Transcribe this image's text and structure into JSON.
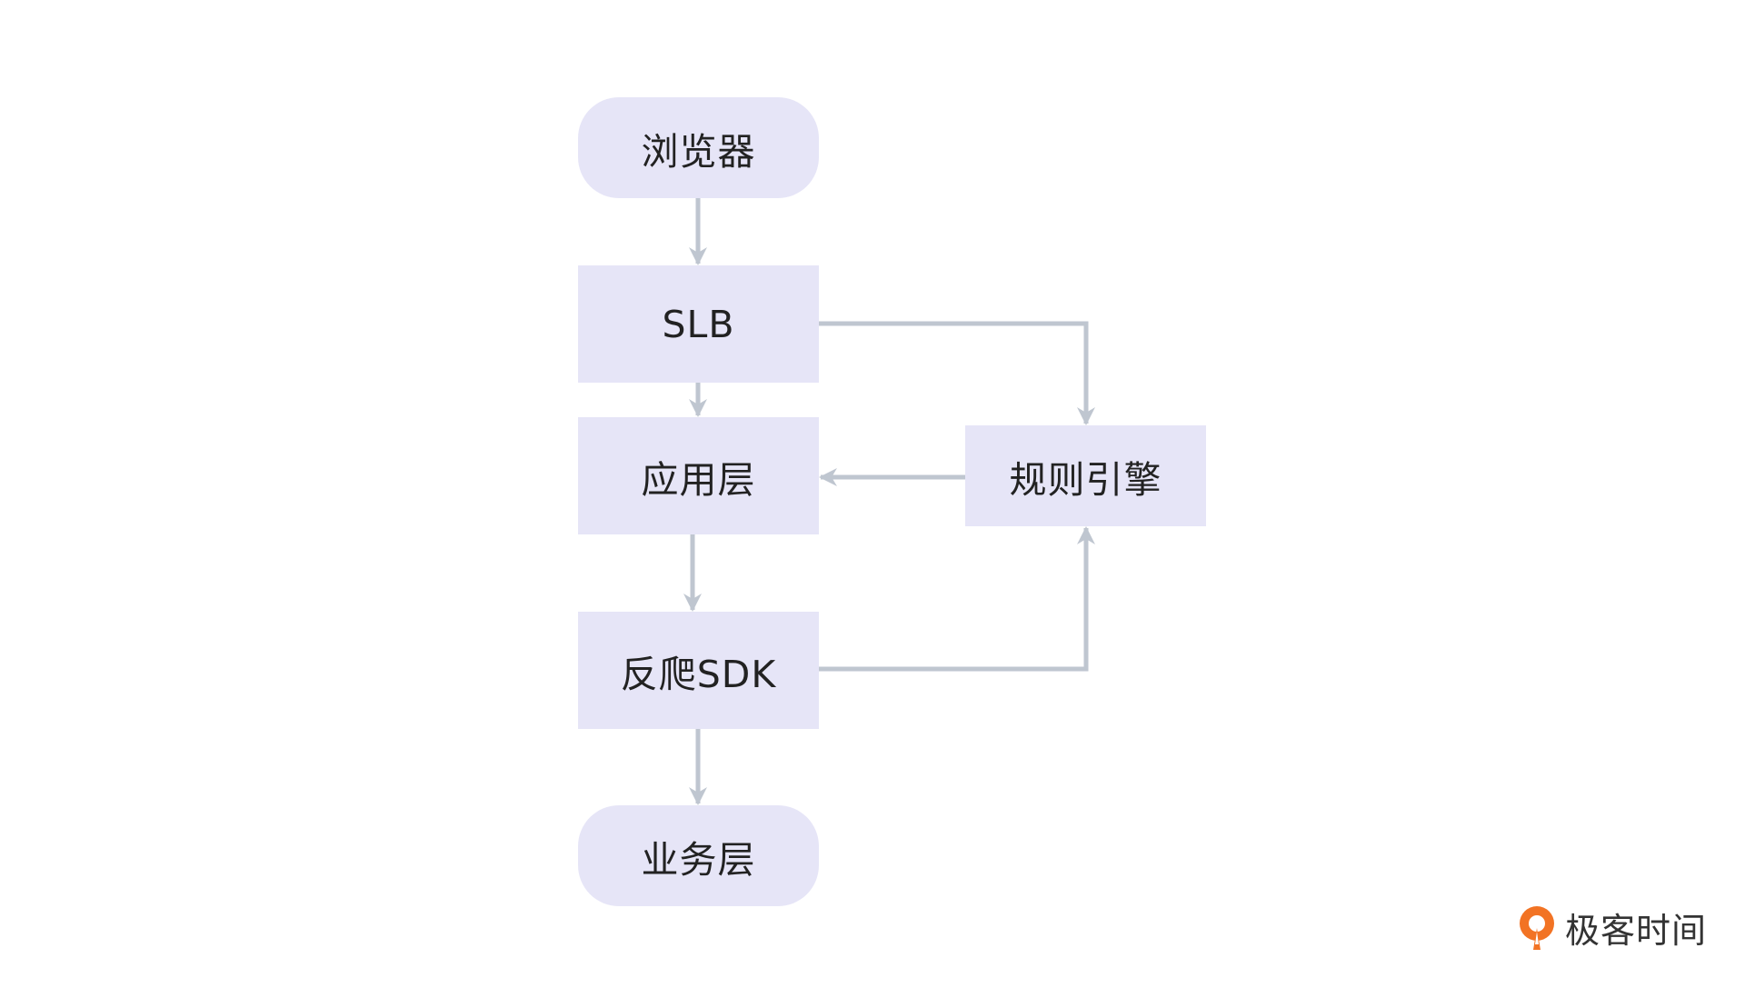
{
  "nodes": {
    "browser": "浏览器",
    "slb": "SLB",
    "app_layer": "应用层",
    "anti_crawl_sdk": "反爬SDK",
    "business_layer": "业务层",
    "rule_engine": "规则引擎"
  },
  "logo": {
    "text": "极客时间",
    "icon": "geektime-logo-icon"
  },
  "colors": {
    "node_fill": "#e6e5f7",
    "connector": "#bfc6d0",
    "logo_orange": "#f27324",
    "text": "#222222"
  }
}
